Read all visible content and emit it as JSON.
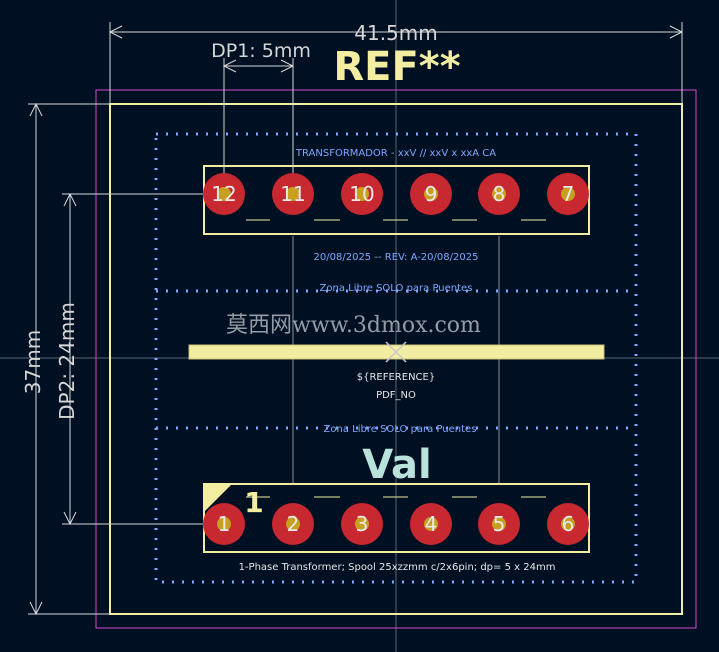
{
  "colors": {
    "background": "#001023",
    "dimension": "#d6d6d6",
    "courtyard": "#d946c8",
    "silkscreen": "#f2eda1",
    "fab_text": "#7fa7ff",
    "pad": "#c82830",
    "pad_drill": "#c8a020",
    "pad_number": "#e8e8e8",
    "value": "#b9e3da"
  },
  "dimensions": {
    "width_label": "41.5mm",
    "dp1_label": "DP1: 5mm",
    "height_label": "37mm",
    "dp2_label": "DP2: 24mm"
  },
  "reference": "REF**",
  "value": "Val",
  "pin1_marker": "1",
  "texts": {
    "transformer": "TRANSFORMADOR -  xxV // xxV x xxA CA",
    "date_rev": "20/08/2025 -- REV: A-20/08/2025",
    "zone_top": "Zona Libre SOLO para Puentes",
    "zone_bottom": "Zona Libre SOLO para Puentes",
    "ref_field": "${REFERENCE}",
    "pdf_no": "PDF_NO",
    "description": "1-Phase Transformer; Spool 25xzzmm c/2x6pin; dp= 5 x 24mm"
  },
  "watermark": "莫西网www.3dmox.com",
  "pads_top": [
    "12",
    "11",
    "10",
    "9",
    "8",
    "7"
  ],
  "pads_bottom": [
    "1",
    "2",
    "3",
    "4",
    "5",
    "6"
  ]
}
